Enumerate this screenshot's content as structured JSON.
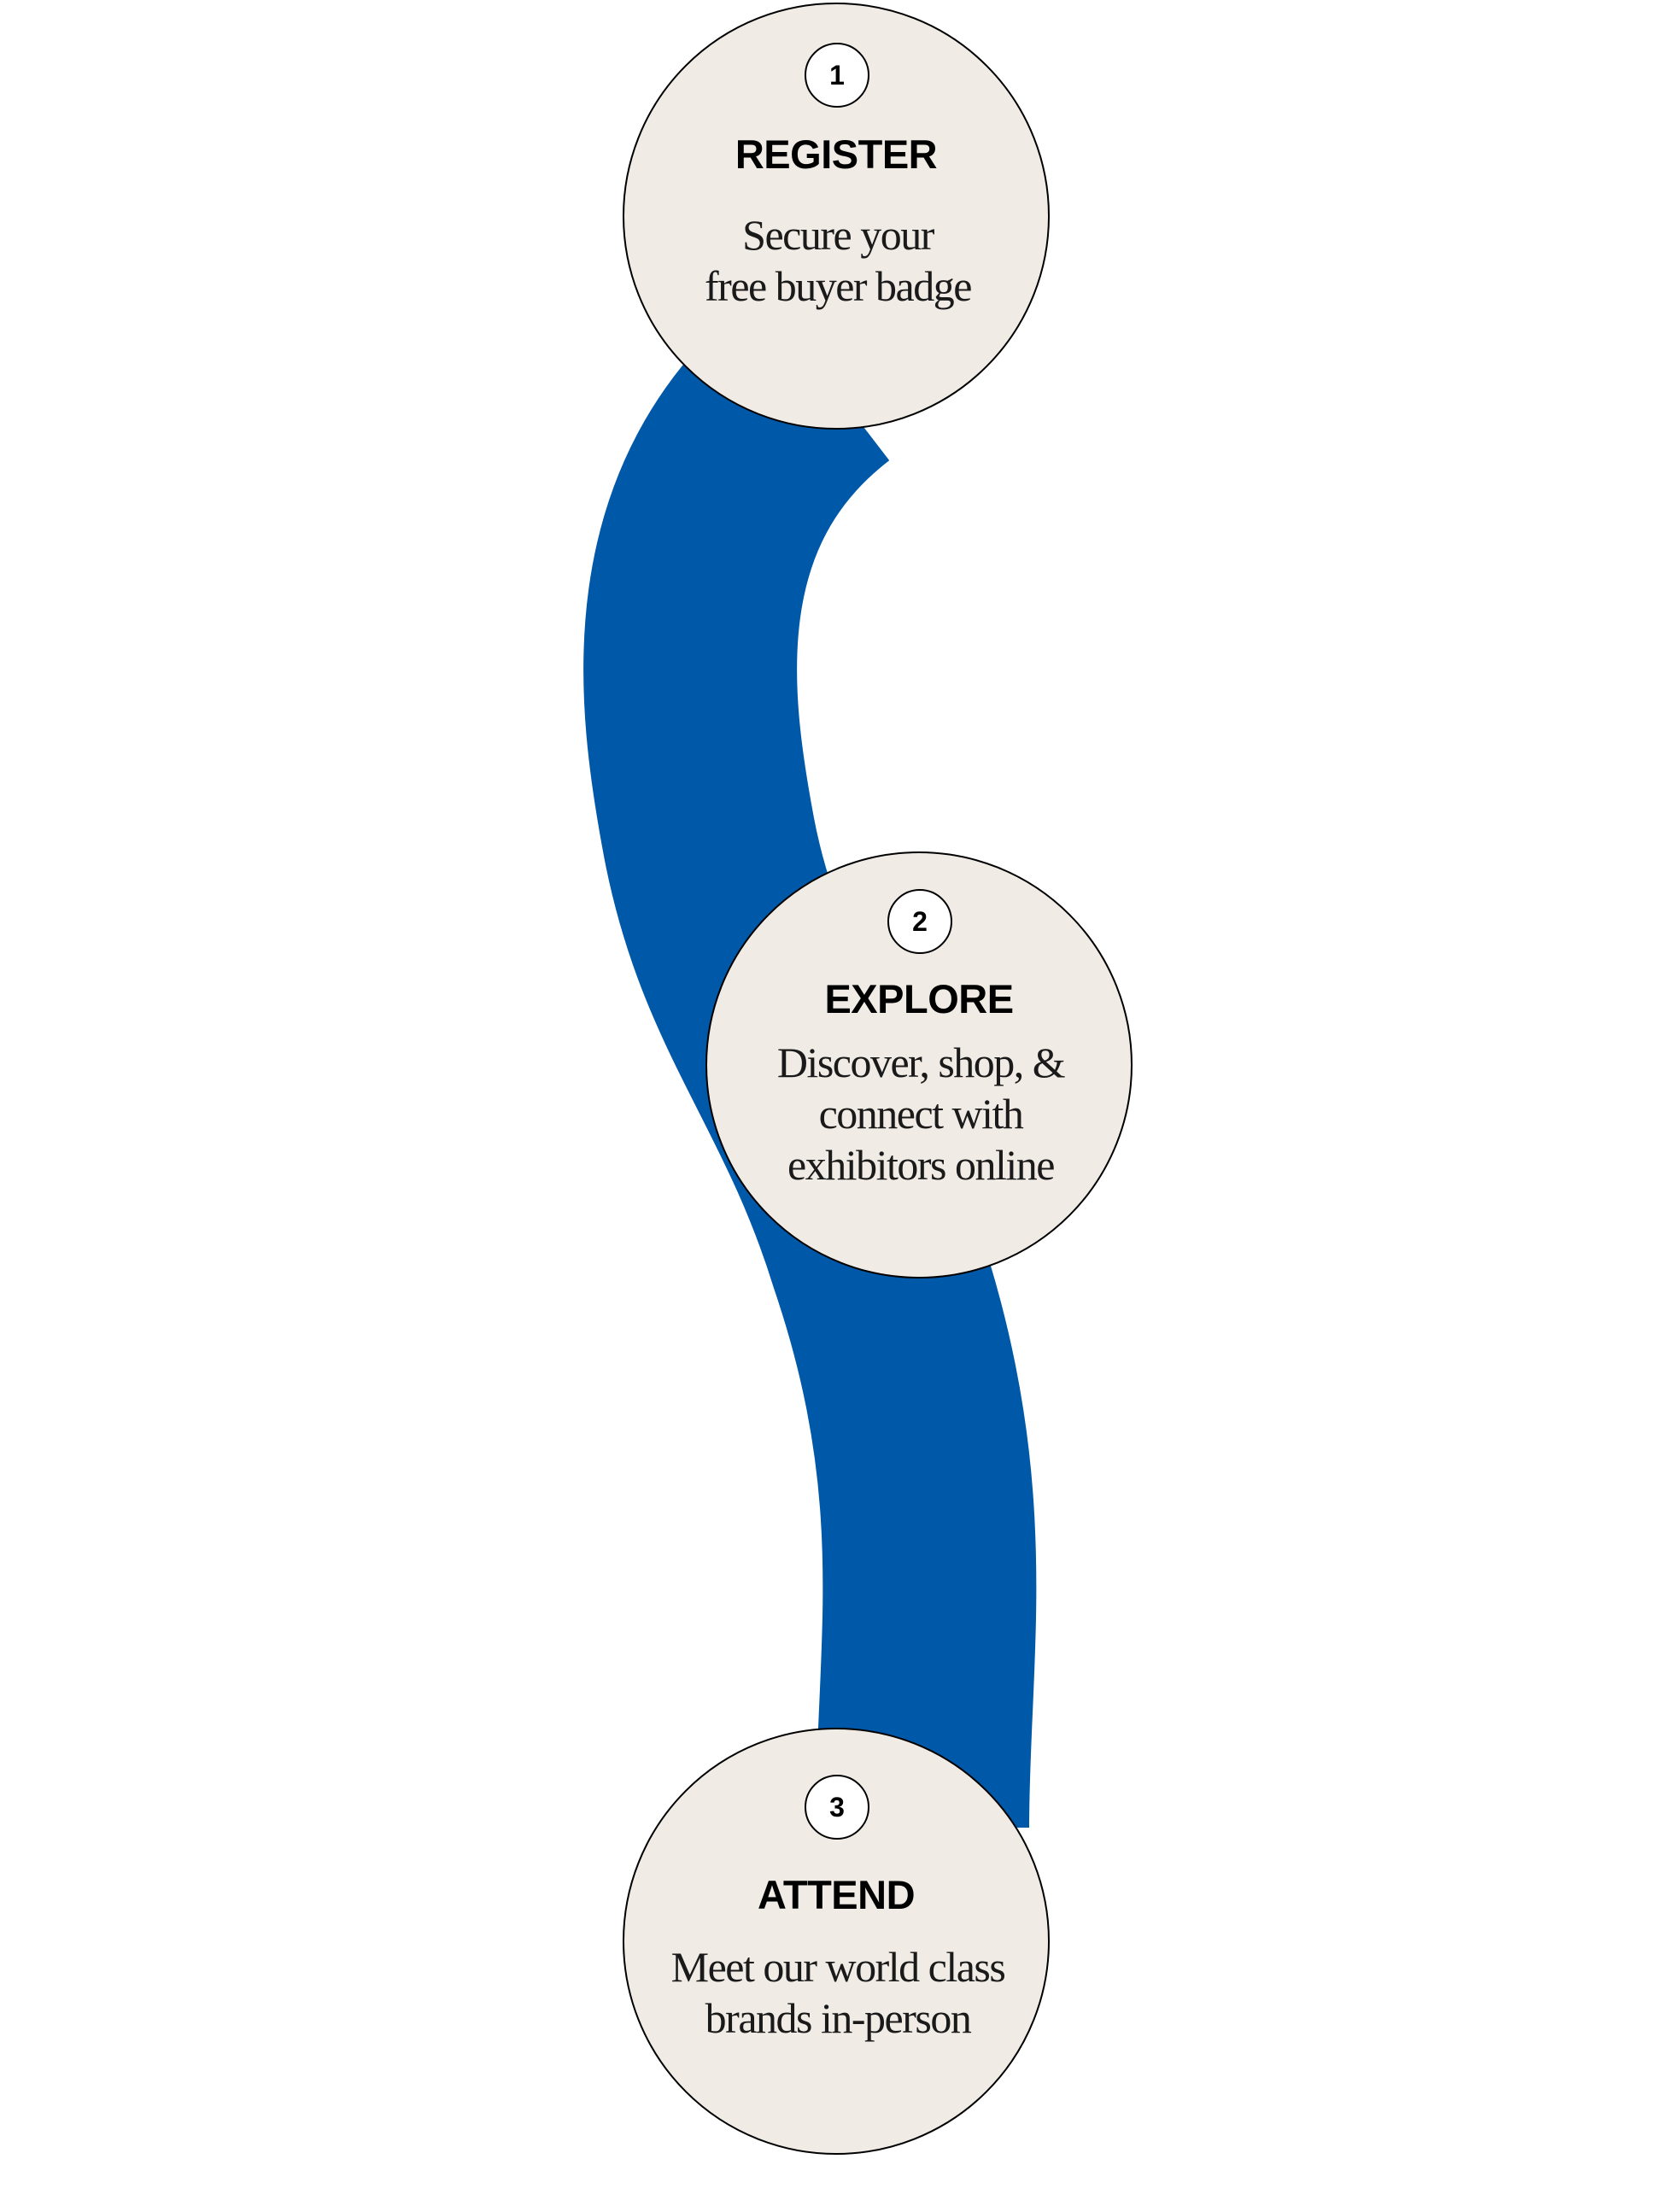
{
  "colors": {
    "connector": "#0058a8",
    "circle_fill": "#f0ebe5",
    "outline": "#000000",
    "badge_fill": "#ffffff"
  },
  "steps": [
    {
      "number": "1",
      "title": "REGISTER",
      "lines": [
        "Secure your",
        "free buyer badge"
      ]
    },
    {
      "number": "2",
      "title": "EXPLORE",
      "lines": [
        "Discover, shop, &",
        "connect with",
        "exhibitors online"
      ]
    },
    {
      "number": "3",
      "title": "ATTEND",
      "lines": [
        "Meet our world class",
        "brands in-person"
      ]
    }
  ]
}
